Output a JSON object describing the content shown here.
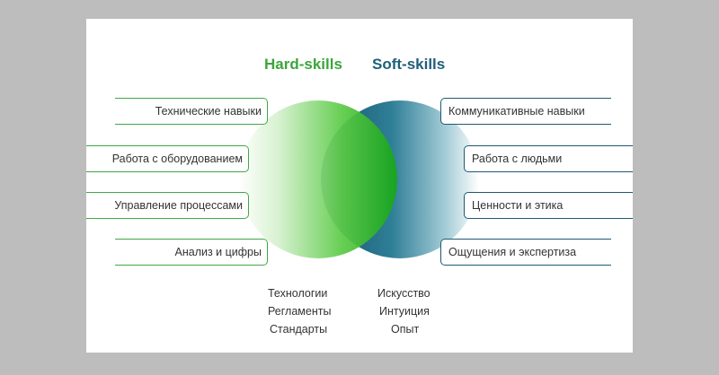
{
  "headings": {
    "hard": "Hard-skills",
    "soft": "Soft-skills"
  },
  "hard_items": [
    "Технические  навыки",
    "Работа с оборудованием",
    "Управление процессами",
    "Анализ и цифры"
  ],
  "soft_items": [
    "Коммуникативные навыки",
    "Работа с людьми",
    "Ценности и этика",
    "Ощущения и экспертиза"
  ],
  "hard_words": [
    "Технологии",
    "Регламенты",
    "Стандарты"
  ],
  "soft_words": [
    "Искусство",
    "Интуиция",
    "Опыт"
  ],
  "colors": {
    "hard_accent": "#1aad1a",
    "soft_accent": "#1d5a73",
    "background": "#bdbdbd"
  }
}
